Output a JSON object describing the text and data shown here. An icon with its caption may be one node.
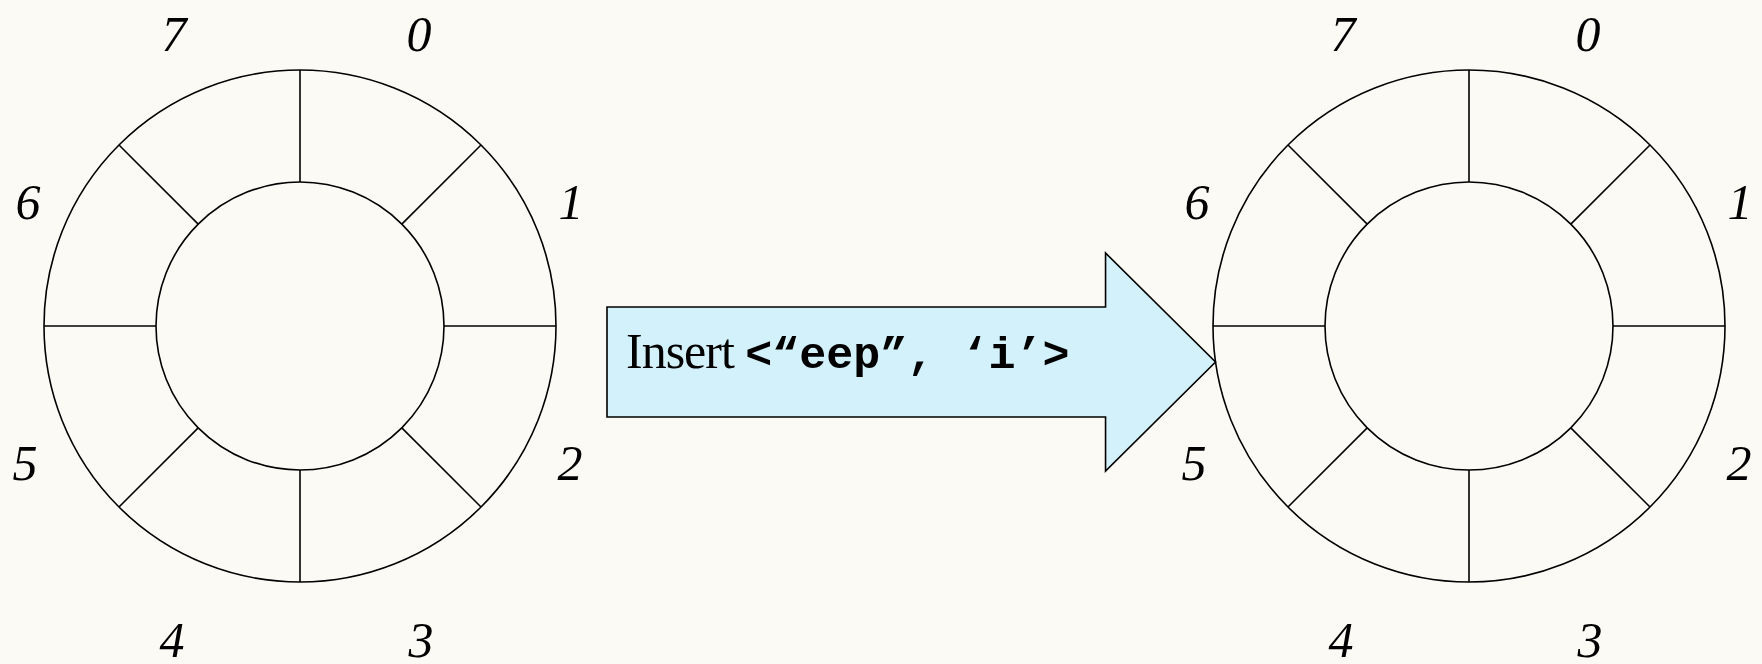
{
  "diagram": {
    "nodes": [
      {
        "text": [],
        "shape": "ring"
      },
      {
        "text": [],
        "shape": "ring"
      }
    ],
    "edges": [
      {
        "from": null,
        "to": 1,
        "arrow": "to",
        "style": "thick",
        "label": "Insert **<“eep”, ‘i’>**"
      }
    ],
    "labels": [
      "7",
      "0",
      "7",
      "0",
      "6",
      "1",
      "6",
      "1",
      "5",
      "2",
      "5",
      "2",
      "4",
      "3",
      "4",
      "3"
    ]
  }
}
